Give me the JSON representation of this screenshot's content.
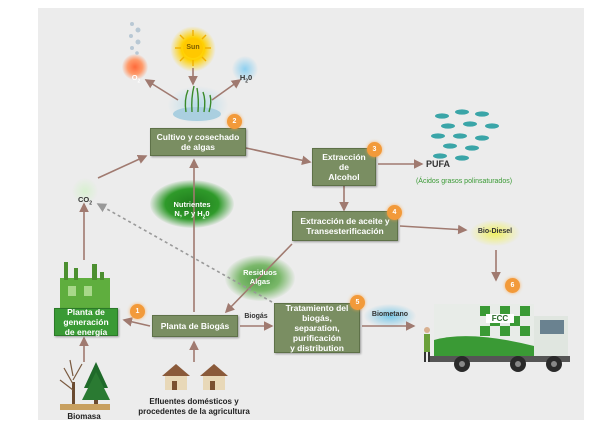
{
  "labels": {
    "sun": "Sun",
    "o2": "O",
    "o2_sub": "2",
    "h2o": "H",
    "h2o_sub": "2",
    "h2o_tail": "0",
    "co2": "CO",
    "co2_sub": "2",
    "nutrients": "Nutrientes\nN, P y H",
    "nutrients_sub": "2",
    "nutrients_tail": "0",
    "residues": "Residuos\nAlgas",
    "biogas_edge": "Biogás",
    "biometano": "Biometano",
    "biodiesel": "Bio-Diesel",
    "pufa": "PUFA",
    "pufa_desc": "(Ácidos grasos polinsaturados)",
    "effluents": "Efluentes domésticos y\nprocedentes de la agricultura",
    "biomasa": "Biomasa",
    "truck_brand": "FCC"
  },
  "boxes": {
    "cultivo": "Cultivo y cosechado\nde algas",
    "extraccion_alcohol": "Extracción\nde\nAlcohol",
    "extraccion_aceite": "Extracción de aceite y\nTransesterificación",
    "planta_biogas": "Planta de Biogás",
    "tratamiento": "Tratamiento del\nbiogás, separation,\npurificación\ny distribution",
    "planta_energia": "Planta de generación\nde energía"
  },
  "badges": {
    "n1": "1",
    "n2": "2",
    "n3": "3",
    "n4": "4",
    "n5": "5",
    "n6": "6"
  },
  "colors": {
    "box": "#7a8e62",
    "box_bright": "#3a9a35",
    "badge": "#f29a3a",
    "arrow": "#a07a70",
    "background": "#ececec"
  }
}
